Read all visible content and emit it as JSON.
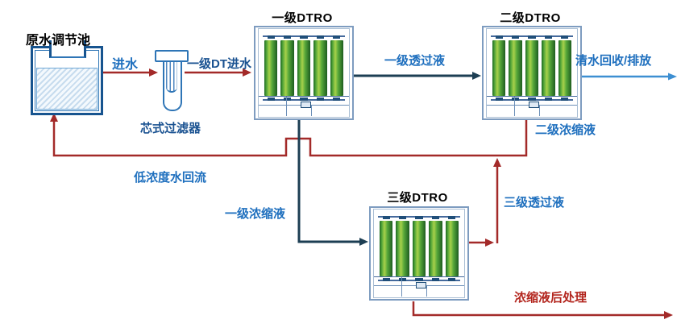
{
  "nodes": {
    "raw_tank": {
      "label": "原水调节池"
    },
    "cartridge_filter": {
      "label": "芯式过滤器"
    },
    "dtro_stage1": {
      "label": "一级DTRO"
    },
    "dtro_stage2": {
      "label": "二级DTRO"
    },
    "dtro_stage3": {
      "label": "三级DTRO"
    }
  },
  "flows": {
    "feed": {
      "label": "进水"
    },
    "stage1_feed": {
      "label": "一级DT进水"
    },
    "stage1_permeate": {
      "label": "一级透过液"
    },
    "clean_water": {
      "label": "清水回收/排放"
    },
    "stage2_concentrate": {
      "label": "二级浓缩液"
    },
    "low_conc_return": {
      "label": "低浓度水回流"
    },
    "stage1_concentrate": {
      "label": "一级浓缩液"
    },
    "stage3_permeate": {
      "label": "三级透过液"
    },
    "concentrate_post": {
      "label": "浓缩液后处理"
    }
  },
  "colors": {
    "flow_red": "#A32A29",
    "flow_navy": "#1C3E53",
    "flow_lightblue": "#3D8FD2",
    "label_blue": "#1E6FBE",
    "label_navy": "#1A5291",
    "label_red": "#B3261E",
    "label_black": "#000000",
    "tube_green_dark": "#1D6A22",
    "tube_green_light": "#A8D14A",
    "frame_blue": "#2E75B6"
  }
}
